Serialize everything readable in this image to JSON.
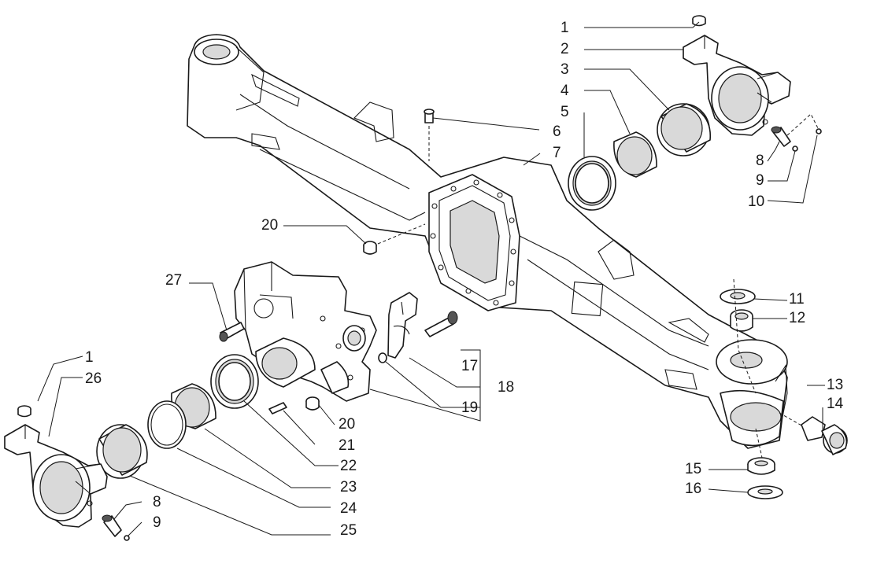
{
  "colors": {
    "line": "#1a1a1a",
    "background": "#ffffff",
    "shading": "#d9d9d9"
  },
  "callouts": {
    "c1_top": "1",
    "c2": "2",
    "c3": "3",
    "c4": "4",
    "c5": "5",
    "c6": "6",
    "c7": "7",
    "c8_top": "8",
    "c9_top": "9",
    "c10": "10",
    "c11": "11",
    "c12": "12",
    "c13": "13",
    "c14": "14",
    "c15": "15",
    "c16": "16",
    "c17": "17",
    "c18": "18",
    "c19": "19",
    "c20_upper": "20",
    "c20_lower": "20",
    "c21": "21",
    "c22": "22",
    "c23": "23",
    "c24": "24",
    "c25": "25",
    "c26": "26",
    "c27": "27",
    "c1_left": "1",
    "c8_bottom": "8",
    "c9_bottom": "9"
  }
}
